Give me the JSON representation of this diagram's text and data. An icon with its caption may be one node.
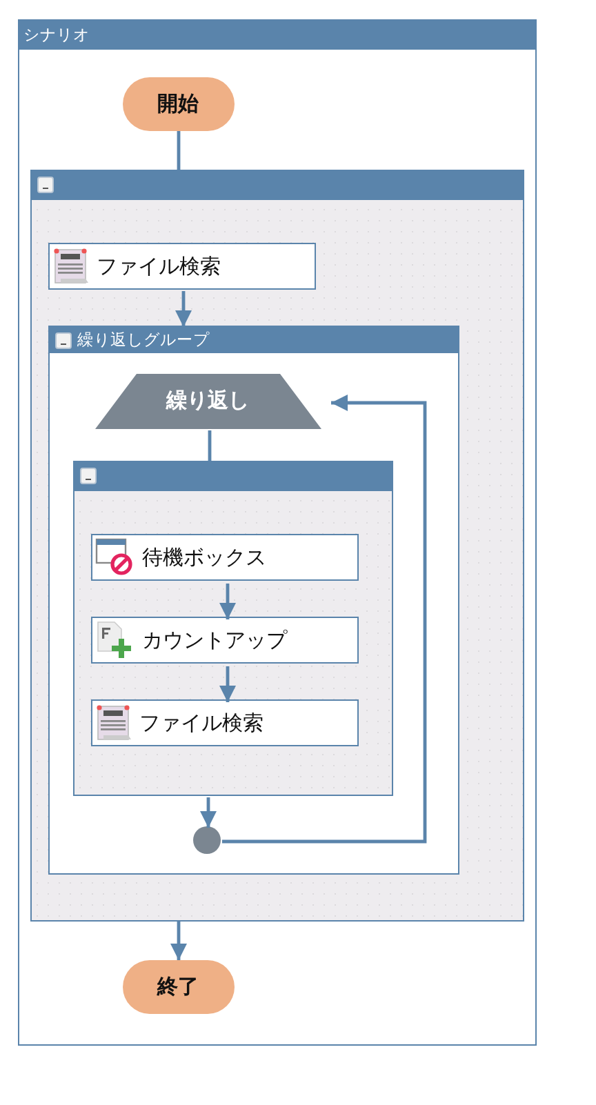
{
  "diagram": {
    "nodes": [
      {
        "text": [
          "シナリオ"
        ]
      },
      {
        "text": [
          "開始"
        ],
        "in": 0
      },
      {
        "text": [],
        "shape": "box",
        "in": 0
      },
      {
        "text": [
          "ファイル検索"
        ],
        "in": 2
      },
      {
        "text": [
          "繰り返しグループ"
        ],
        "in": 2
      },
      {
        "text": [
          "繰り返し"
        ],
        "in": 4
      },
      {
        "text": [],
        "shape": "box",
        "in": 4
      },
      {
        "text": [
          "待機ボックス"
        ],
        "in": 6
      },
      {
        "text": [
          "カウントアップ"
        ],
        "in": 6
      },
      {
        "text": [
          "ファイル検索"
        ],
        "in": 6
      },
      {
        "text": [],
        "shape": "circle",
        "in": 4
      },
      {
        "text": [
          "終了"
        ],
        "in": 0
      }
    ],
    "edges": [
      {
        "from": 1,
        "to": 2,
        "arrow": "none"
      },
      {
        "from": 3,
        "to": 4,
        "arrow": "to"
      },
      {
        "from": 5,
        "to": 6,
        "arrow": "none"
      },
      {
        "from": 7,
        "to": 8,
        "arrow": "to"
      },
      {
        "from": 8,
        "to": 9,
        "arrow": "to"
      },
      {
        "from": 6,
        "to": 10,
        "arrow": "to"
      },
      {
        "from": 10,
        "to": 5,
        "arrow": "to"
      },
      {
        "from": 2,
        "to": 11,
        "arrow": "to"
      }
    ]
  }
}
